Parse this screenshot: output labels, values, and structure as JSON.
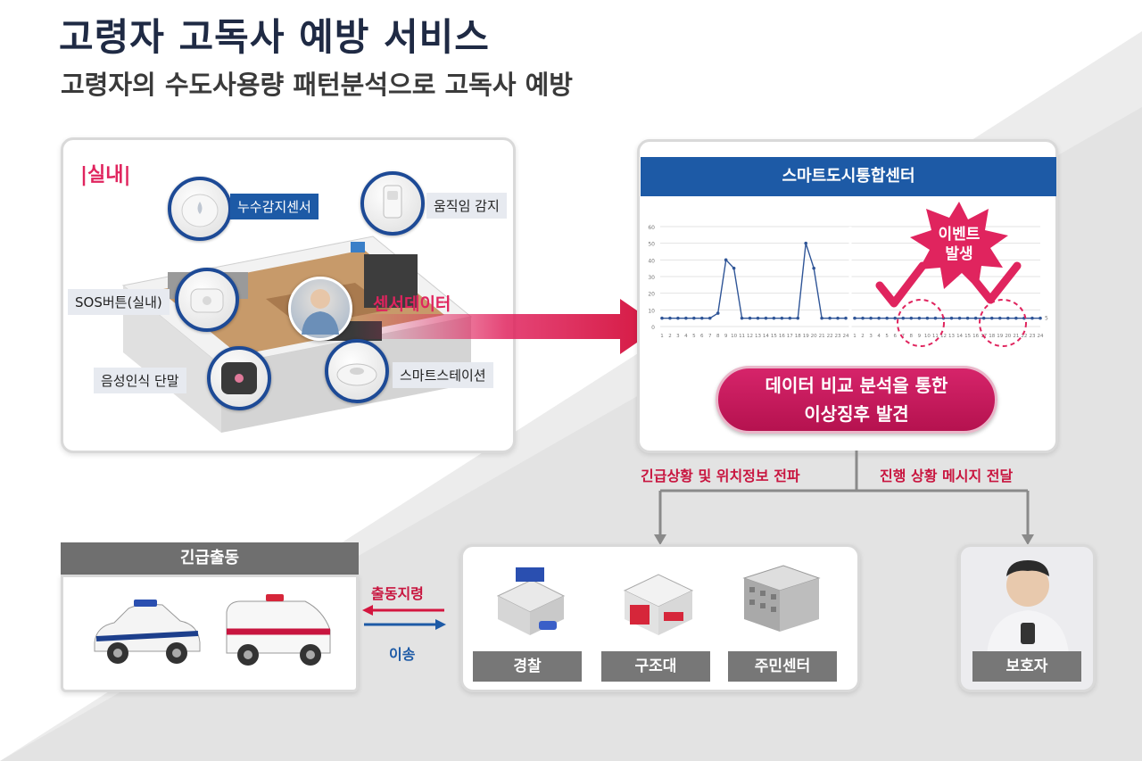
{
  "title": "고령자 고독사 예방 서비스",
  "subtitle": "고령자의 수도사용량 패턴분석으로 고독사 예방",
  "indoor": {
    "label": "|실내|",
    "devices": {
      "leak_sensor": "누수감지센서",
      "motion": "움직임 감지",
      "sos": "SOS버튼(실내)",
      "voice": "음성인식 단말",
      "station": "스마트스테이션"
    },
    "sensor_data_label": "센서데이터"
  },
  "center": {
    "title": "스마트도시통합센터",
    "event_label": [
      "이벤트",
      "발생"
    ],
    "analysis": [
      "데이터 비교 분석을 통한",
      "이상징후 발견"
    ]
  },
  "flow": {
    "emergency_label": "긴급상황 및 위치정보 전파",
    "message_label": "진행 상황 메시지 전달",
    "dispatch_order": "출동지령",
    "transfer": "이송"
  },
  "emergency": {
    "title": "긴급출동"
  },
  "agencies": {
    "police": "경찰",
    "rescue": "구조대",
    "community": "주민센터"
  },
  "guardian": {
    "label": "보호자"
  },
  "chart_data": {
    "type": "line",
    "x": [
      1,
      2,
      3,
      4,
      5,
      6,
      7,
      8,
      9,
      10,
      11,
      12,
      13,
      14,
      15,
      16,
      17,
      18,
      19,
      20,
      21,
      22,
      23,
      24
    ],
    "y_ticks": [
      0,
      10,
      20,
      30,
      40,
      50,
      60
    ],
    "ylim": [
      0,
      60
    ],
    "series": [
      {
        "values": [
          5,
          5,
          5,
          5,
          5,
          5,
          5,
          8,
          40,
          35,
          5,
          5,
          5,
          5,
          5,
          5,
          5,
          5,
          50,
          35,
          5,
          5,
          5,
          5
        ]
      },
      {
        "values": [
          5,
          5,
          5,
          5,
          5,
          5,
          5,
          5,
          5,
          5,
          5,
          5,
          5,
          5,
          5,
          5,
          5,
          5,
          5,
          5,
          5,
          5,
          5,
          5
        ],
        "end_label": "5"
      }
    ],
    "color": "#2f5597"
  }
}
